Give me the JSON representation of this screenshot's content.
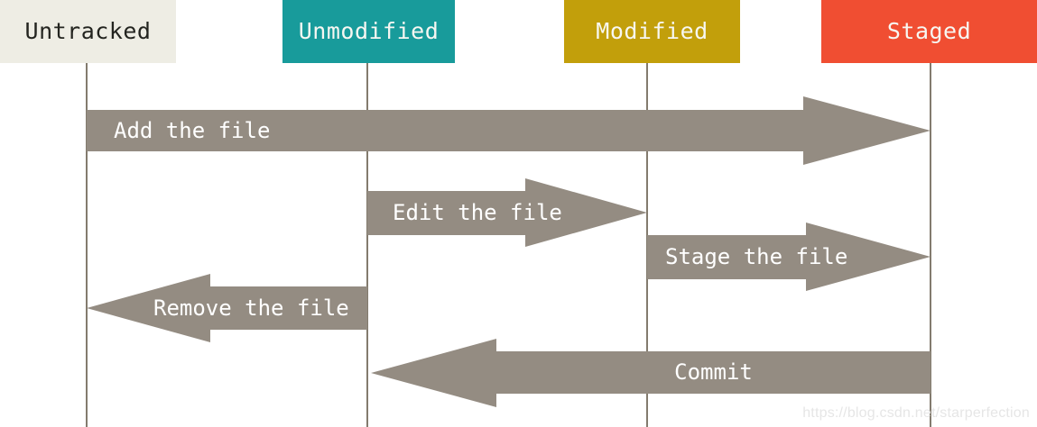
{
  "states": [
    {
      "label": "Untracked",
      "bg": "#eeede4",
      "fg": "#23241f"
    },
    {
      "label": "Unmodified",
      "bg": "#189b9b",
      "fg": "#f7f7f2"
    },
    {
      "label": "Modified",
      "bg": "#c29f0b",
      "fg": "#f7f7f2"
    },
    {
      "label": "Staged",
      "bg": "#f04e32",
      "fg": "#f7f7f2"
    }
  ],
  "transitions": [
    {
      "label": "Add the file",
      "from": "Untracked",
      "to": "Staged",
      "direction": "right"
    },
    {
      "label": "Edit the file",
      "from": "Unmodified",
      "to": "Modified",
      "direction": "right"
    },
    {
      "label": "Stage the file",
      "from": "Modified",
      "to": "Staged",
      "direction": "right"
    },
    {
      "label": "Remove the file",
      "from": "Unmodified",
      "to": "Untracked",
      "direction": "left"
    },
    {
      "label": "Commit",
      "from": "Staged",
      "to": "Unmodified",
      "direction": "left"
    }
  ],
  "watermark": {
    "text": "https://blog.csdn.net/starperfection",
    "color": "#e6e6e6"
  },
  "colors": {
    "arrow": "#948c82",
    "connector_line": "#837b6e",
    "background": "#ffffff",
    "arrow_label_text": "#ffffff"
  }
}
